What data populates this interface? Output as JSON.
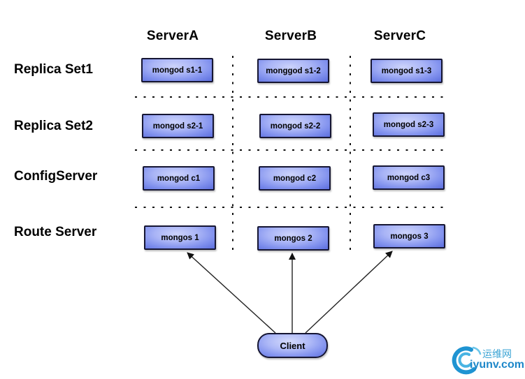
{
  "diagram": {
    "column_headers": [
      "ServerA",
      "ServerB",
      "ServerC"
    ],
    "row_labels": [
      "Replica Set1",
      "Replica Set2",
      "ConfigServer",
      "Route Server"
    ],
    "nodes": {
      "r1": [
        "mongod s1-1",
        "monggod s1-2",
        "mongod s1-3"
      ],
      "r2": [
        "mongod s2-1",
        "mongod s2-2",
        "mongod s2-3"
      ],
      "r3": [
        "mongod c1",
        "mongod c2",
        "mongod c3"
      ],
      "r4": [
        "mongos 1",
        "mongos 2",
        "mongos 3"
      ]
    },
    "client_label": "Client",
    "colors": {
      "node_fill_light": "#ccd3fb",
      "node_fill_dark": "#4a5dd6",
      "node_border": "#161633",
      "line_color": "#111111"
    }
  },
  "watermark": {
    "site_name": "运维网",
    "site_url": "iyunv.com",
    "logo": "swirl-wave-icon",
    "color_primary": "#1d87c9",
    "color_secondary": "#3aa3d4"
  }
}
